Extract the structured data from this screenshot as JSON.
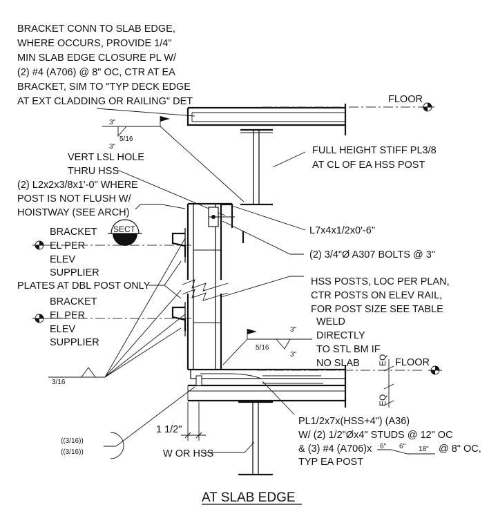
{
  "notes": {
    "bracket_conn": [
      "BRACKET CONN TO SLAB EDGE,",
      "WHERE OCCURS, PROVIDE 1/4\"",
      "MIN SLAB EDGE CLOSURE PL W/",
      "(2) #4 (A706) @ 8\" OC, CTR AT EA",
      "BRACKET, SIM TO \"TYP DECK EDGE",
      "AT EXT CLADDING OR RAILING\" DET"
    ],
    "floor_top": "FLOOR",
    "floor_bottom": "FLOOR",
    "full_height_stiff": [
      "FULL HEIGHT STIFF PL3/8",
      "AT CL OF EA HSS POST"
    ],
    "vert_lsl": [
      "VERT LSL HOLE",
      "THRU HSS"
    ],
    "l2x2": [
      "(2) L2x2x3/8x1'-0\" WHERE",
      "POST IS NOT FLUSH W/",
      "HOISTWAY (SEE ARCH)"
    ],
    "bracket_1": [
      "BRACKET",
      "EL PER",
      "ELEV",
      "SUPPLIER"
    ],
    "bracket_2": [
      "BRACKET",
      "EL PER",
      "ELEV",
      "SUPPLIER"
    ],
    "sect_tag": "SECT",
    "l7x4": "L7x4x1/2x0'-6\"",
    "bolts": "(2) 3/4\"Ø A307 BOLTS @ 3\"",
    "plates_dbl": "PLATES AT DBL POST ONLY",
    "hss_posts": [
      "HSS POSTS, LOC PER PLAN,",
      "CTR POSTS ON ELEV RAIL,",
      "FOR POST SIZE SEE TABLE"
    ],
    "weld_note": [
      "WELD",
      "DIRECTLY",
      "TO STL BM IF",
      "NO SLAB"
    ],
    "pl_note": [
      "PL1/2x7x(HSS+4\") (A36)",
      "W/ (2) 1/2\"Øx4\" STUDS @ 12\" OC",
      "& (3) #4 (A706)x",
      "@ 8\" OC,",
      "TYP EA POST"
    ],
    "rebar_dims": [
      "6\"",
      "6\"",
      "18\""
    ],
    "eq_1": "EQ",
    "eq_2": "EQ",
    "dim_1_half": "1 1/2\"",
    "w_or_hss": "W OR HSS",
    "title": "AT SLAB EDGE"
  },
  "welds": {
    "weld_top_len": "3\"",
    "weld_top_size": "5/16",
    "weld_top_len2": "3\"",
    "weld_mid_len": "3\"",
    "weld_mid_size": "5/16",
    "weld_mid_len2": "3\"",
    "weld_316": "3/16",
    "weld_316_a": "((3/16))",
    "weld_316_b": "((3/16))"
  }
}
